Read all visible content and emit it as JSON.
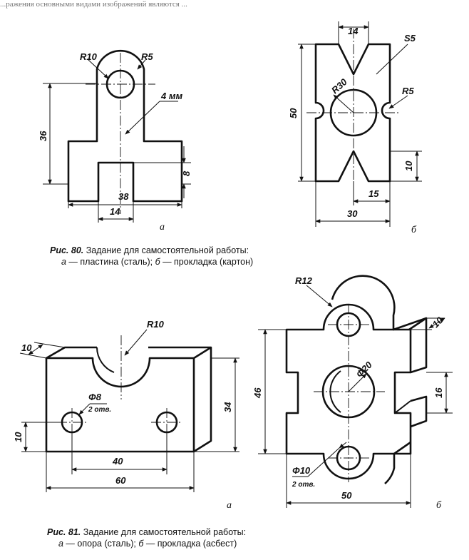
{
  "top_text": "...ражения основными видами изображений являются ...",
  "fig80": {
    "caption_label": "Рис. 80.",
    "caption_text": " Задание для самостоятельной работы:",
    "line2_a": "а",
    "line2_a_text": " — пластина (сталь); ",
    "line2_b": "б",
    "line2_b_text": " — прокладка (картон)",
    "part_a": {
      "letter": "а",
      "dims": {
        "r10": "R10",
        "r5": "R5",
        "thickness": "4 мм",
        "h36": "36",
        "h8": "8",
        "w38": "38",
        "w14": "14"
      }
    },
    "part_b": {
      "letter": "б",
      "dims": {
        "w14": "14",
        "s5": "S5",
        "r30": "R30",
        "r5": "R5",
        "h50": "50",
        "h10": "10",
        "w15": "15",
        "w30": "30"
      }
    }
  },
  "fig81": {
    "caption_label": "Рис. 81.",
    "caption_text": " Задание для самостоятельной работы:",
    "line2_a": "а",
    "line2_a_text": " — опора (сталь); ",
    "line2_b": "б",
    "line2_b_text": " — прокладка (асбест)",
    "part_a": {
      "letter": "а",
      "dims": {
        "r10": "R10",
        "t10": "10",
        "d8": "Φ8",
        "holes": "2 отв.",
        "h10": "10",
        "h34": "34",
        "w40": "40",
        "w60": "60"
      }
    },
    "part_b": {
      "letter": "б",
      "dims": {
        "r12": "R12",
        "t10": "10",
        "d20": "Φ20",
        "h46": "46",
        "h16": "16",
        "d10": "Φ10",
        "holes": "2 отв.",
        "w50": "50"
      }
    }
  }
}
